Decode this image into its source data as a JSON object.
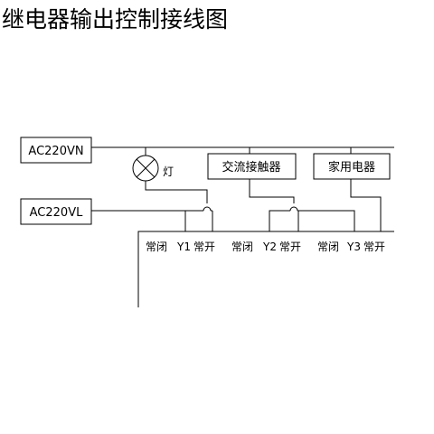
{
  "title": "继电器输出控制接线图",
  "sources": {
    "neutral": "AC220VN",
    "live": "AC220VL"
  },
  "loads": {
    "lamp": "灯",
    "contactor": "交流接触器",
    "appliance": "家用电器"
  },
  "terminals": [
    {
      "nc": "常闭",
      "id": "Y1",
      "no": "常开"
    },
    {
      "nc": "常闭",
      "id": "Y2",
      "no": "常开"
    },
    {
      "nc": "常闭",
      "id": "Y3",
      "no": "常开"
    }
  ]
}
